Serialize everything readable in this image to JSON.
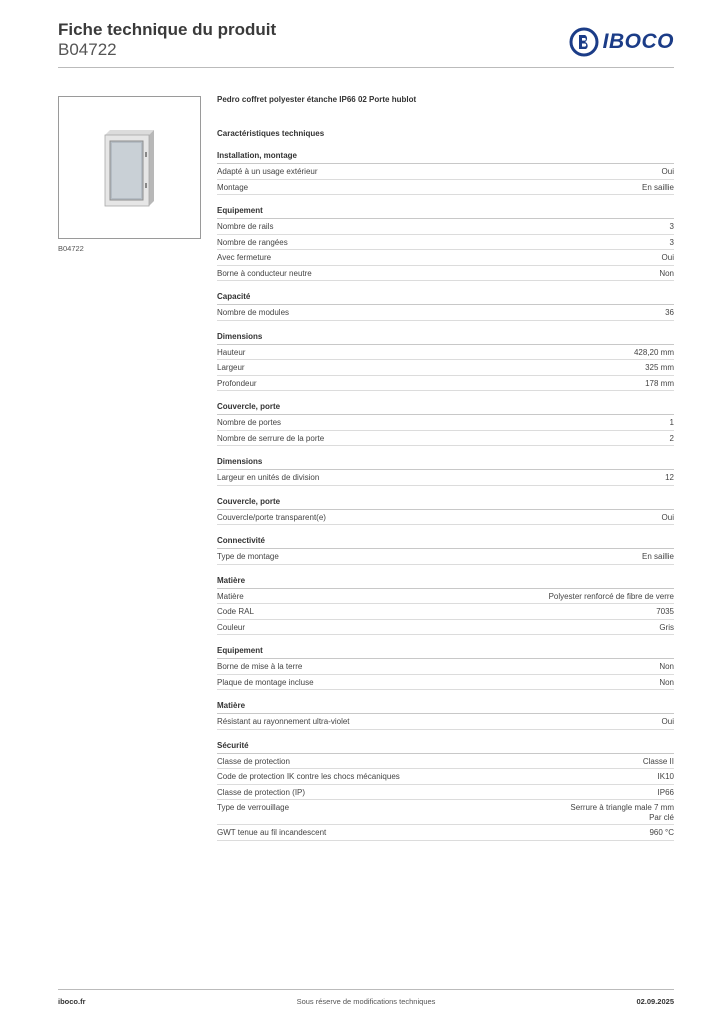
{
  "header": {
    "title": "Fiche technique du produit",
    "code": "B04722",
    "logo_text": "IBOCO",
    "logo_icon": "iboco-logo-icon",
    "brand_color": "#1b3c87"
  },
  "image": {
    "caption": "B04722",
    "icon": "enclosure-product-image"
  },
  "product": {
    "name": "Pedro coffret polyester étanche IP66 02 Porte hublot",
    "section_heading": "Caractéristiques techniques"
  },
  "sections": [
    {
      "title": "Installation, montage",
      "rows": [
        {
          "label": "Adapté à un usage extérieur",
          "value": "Oui"
        },
        {
          "label": "Montage",
          "value": "En saillie"
        }
      ]
    },
    {
      "title": "Equipement",
      "rows": [
        {
          "label": "Nombre de rails",
          "value": "3"
        },
        {
          "label": "Nombre de rangées",
          "value": "3"
        },
        {
          "label": "Avec fermeture",
          "value": "Oui"
        },
        {
          "label": "Borne à conducteur neutre",
          "value": "Non"
        }
      ]
    },
    {
      "title": "Capacité",
      "rows": [
        {
          "label": "Nombre de modules",
          "value": "36"
        }
      ]
    },
    {
      "title": "Dimensions",
      "rows": [
        {
          "label": "Hauteur",
          "value": "428,20 mm"
        },
        {
          "label": "Largeur",
          "value": "325 mm"
        },
        {
          "label": "Profondeur",
          "value": "178 mm"
        }
      ]
    },
    {
      "title": "Couvercle, porte",
      "rows": [
        {
          "label": "Nombre de portes",
          "value": "1"
        },
        {
          "label": "Nombre de serrure de la porte",
          "value": "2"
        }
      ]
    },
    {
      "title": "Dimensions",
      "rows": [
        {
          "label": "Largeur en unités de division",
          "value": "12"
        }
      ]
    },
    {
      "title": "Couvercle, porte",
      "rows": [
        {
          "label": "Couvercle/porte transparent(e)",
          "value": "Oui"
        }
      ]
    },
    {
      "title": "Connectivité",
      "rows": [
        {
          "label": "Type de montage",
          "value": "En saillie"
        }
      ]
    },
    {
      "title": "Matière",
      "rows": [
        {
          "label": "Matière",
          "value": "Polyester renforcé de fibre de verre"
        },
        {
          "label": "Code RAL",
          "value": "7035"
        },
        {
          "label": "Couleur",
          "value": "Gris"
        }
      ]
    },
    {
      "title": "Equipement",
      "rows": [
        {
          "label": "Borne de mise à la terre",
          "value": "Non"
        },
        {
          "label": "Plaque de montage incluse",
          "value": "Non"
        }
      ]
    },
    {
      "title": "Matière",
      "rows": [
        {
          "label": "Résistant au rayonnement ultra-violet",
          "value": "Oui"
        }
      ]
    },
    {
      "title": "Sécurité",
      "rows": [
        {
          "label": "Classe de protection",
          "value": "Classe II"
        },
        {
          "label": "Code de protection IK contre les chocs mécaniques",
          "value": "IK10"
        },
        {
          "label": "Classe de protection (IP)",
          "value": "IP66"
        },
        {
          "label": "Type de verrouillage",
          "value": "Serrure à triangle male 7 mm\nPar clé"
        },
        {
          "label": "GWT tenue au fil incandescent",
          "value": "960 °C"
        }
      ]
    }
  ],
  "footer": {
    "website": "iboco.fr",
    "notice": "Sous réserve de modifications techniques",
    "date": "02.09.2025"
  }
}
